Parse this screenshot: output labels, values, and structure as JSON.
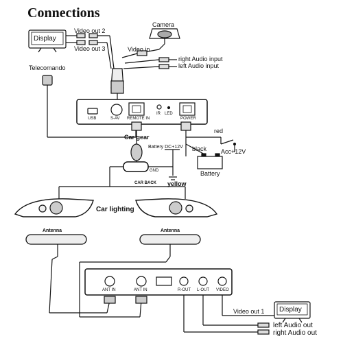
{
  "title": "Connections",
  "top": {
    "display": "Display",
    "video_out_2": "Video out 2",
    "video_out_3": "Video out 3",
    "camera": "Camera",
    "video_in": "Video in",
    "right_audio_input": "right Audio input",
    "left_audio_input": "left Audio input",
    "telecomando": "Telecomando",
    "port_usb": "USB",
    "port_sav": "S-AV",
    "port_remote": "REMOTE IN",
    "port_ir": "IR",
    "port_led": "LED",
    "port_power": "POWER",
    "car_gear": "Car gear",
    "battery_voltage": "Battery  DC+12V",
    "red": "red",
    "black": "black",
    "acc": "Acc+12V",
    "battery": "Battery",
    "gnd": "GND",
    "car_back": "CAR BACK",
    "yellow": "yellow",
    "car_lighting": "Car lighting"
  },
  "bottom": {
    "antenna_left": "Antenna",
    "antenna_right": "Antenna",
    "ant_in_1": "ANT IN",
    "ant_in_2": "ANT IN",
    "r_out": "R-OUT",
    "l_out": "L-OUT",
    "video": "VIDEO",
    "video_out_1": "Video out 1",
    "display": "Display",
    "left_audio_out": "left Audio out",
    "right_audio_out": "right Audio out"
  }
}
